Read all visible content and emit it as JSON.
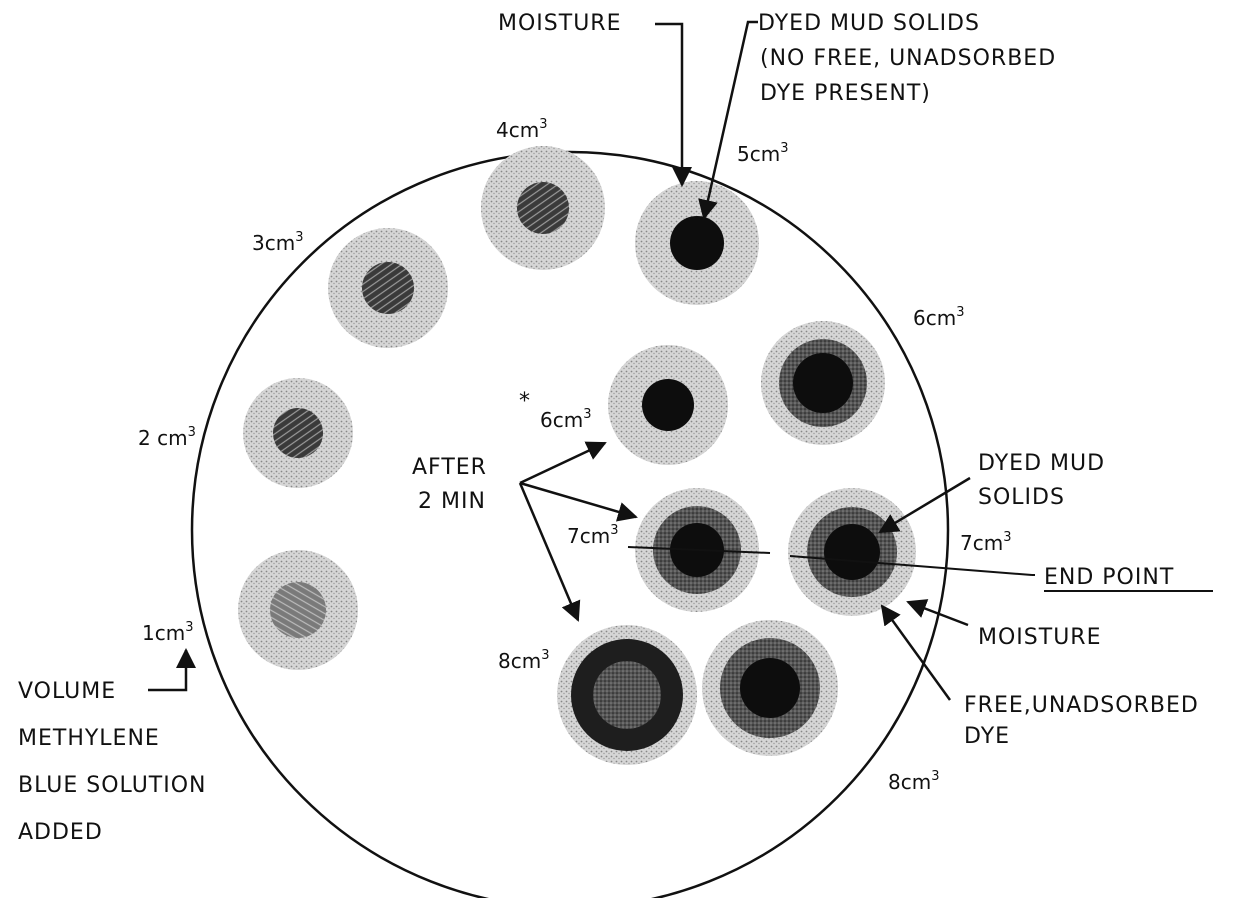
{
  "labels": {
    "moisture_top": "MOISTURE",
    "dyed_solids_top_1": "DYED MUD SOLIDS",
    "dyed_solids_top_2": "(NO FREE, UNADSORBED",
    "dyed_solids_top_3": "DYE PRESENT)",
    "after_1": "AFTER",
    "after_2": "2 MIN",
    "dyed_solids_right_1": "DYED MUD",
    "dyed_solids_right_2": "SOLIDS",
    "end_point": "END POINT",
    "moisture_right": "MOISTURE",
    "free_dye_1": "FREE,UNADSORBED",
    "free_dye_2": "DYE",
    "volume_1": "VOLUME",
    "volume_2": "METHYLENE",
    "volume_3": "BLUE SOLUTION",
    "volume_4": "ADDED",
    "asterisk": "*"
  },
  "volumes": {
    "v1": "1cm",
    "v2": "2 cm",
    "v3": "3cm",
    "v4": "4cm",
    "v5": "5cm",
    "v6_outer": "6cm",
    "v6_inner": "6cm",
    "v7_left": "7cm",
    "v7_right": "7cm",
    "v8_left": "8cm",
    "v8_right": "8cm",
    "cube": "3"
  },
  "colors": {
    "ink": "#111111",
    "moisture_ring": "#bdbdbd",
    "dye_ring": "#3a3a3a",
    "solids": "#0d0d0d",
    "hatched_solids": "#4a4a4a"
  }
}
